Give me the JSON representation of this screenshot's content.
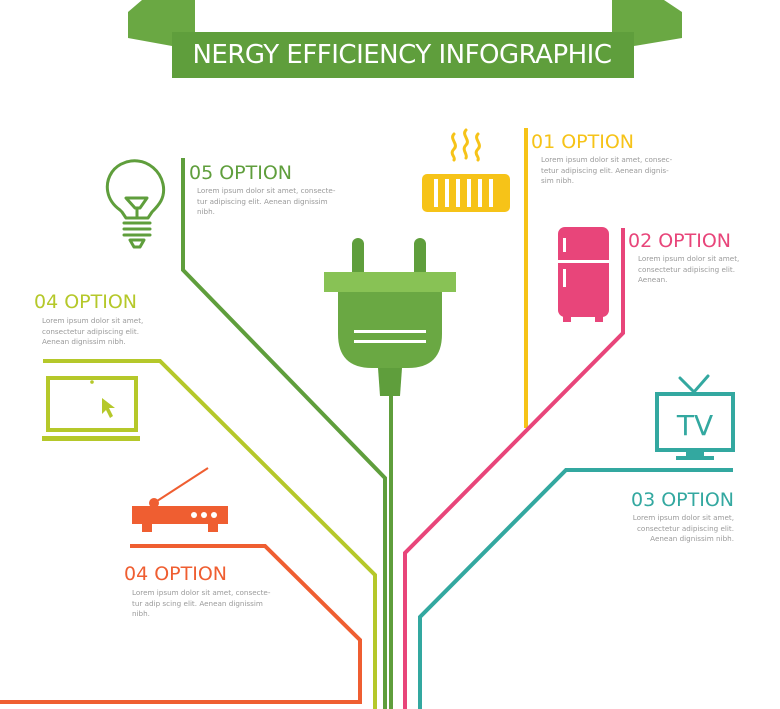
{
  "header": {
    "title": "NERGY EFFICIENCY INFOGRAPHIC"
  },
  "colors": {
    "green": "#5f9e3c",
    "lime": "#b5c82a",
    "yellow": "#f6c318",
    "pink": "#e8457a",
    "teal": "#33a8a0",
    "orange": "#ef5e31"
  },
  "options": [
    {
      "id": "opt01",
      "title": "01 OPTION",
      "body": [
        "Lorem ipsum dolor sit amet, consec-",
        "tetur adipiscing elit. Aenean dignis-",
        "sim nibh."
      ],
      "icon": "heater-icon",
      "color": "#f6c318"
    },
    {
      "id": "opt02",
      "title": "02 OPTION",
      "body": [
        "Lorem ipsum dolor sit amet,",
        "consectetur adipiscing elit.",
        "Aenean."
      ],
      "icon": "refrigerator-icon",
      "color": "#e8457a"
    },
    {
      "id": "opt03",
      "title": "03 OPTION",
      "body": [
        "Lorem ipsum dolor sit amet,",
        "consectetur adipiscing elit.",
        "Aenean dignissim nibh."
      ],
      "icon": "tv-icon",
      "icon_label": "TV",
      "color": "#33a8a0"
    },
    {
      "id": "opt04a",
      "title": "04 OPTION",
      "body": [
        "Lorem ipsum dolor sit amet,",
        "consectetur adipiscing elit.",
        "Aenean dignissim nibh."
      ],
      "icon": "laptop-icon",
      "color": "#b5c82a"
    },
    {
      "id": "opt04b",
      "title": "04 OPTION",
      "body": [
        "Lorem ipsum dolor sit amet, consecte-",
        "tur adip scing elit. Aenean dignissim",
        "nibh."
      ],
      "icon": "router-icon",
      "color": "#ef5e31"
    },
    {
      "id": "opt05",
      "title": "05 OPTION",
      "body": [
        "Lorem ipsum dolor sit amet, consecte-",
        "tur adipiscing elit. Aenean dignissim",
        "nibh."
      ],
      "icon": "light-bulb-icon",
      "color": "#5f9e3c"
    }
  ]
}
